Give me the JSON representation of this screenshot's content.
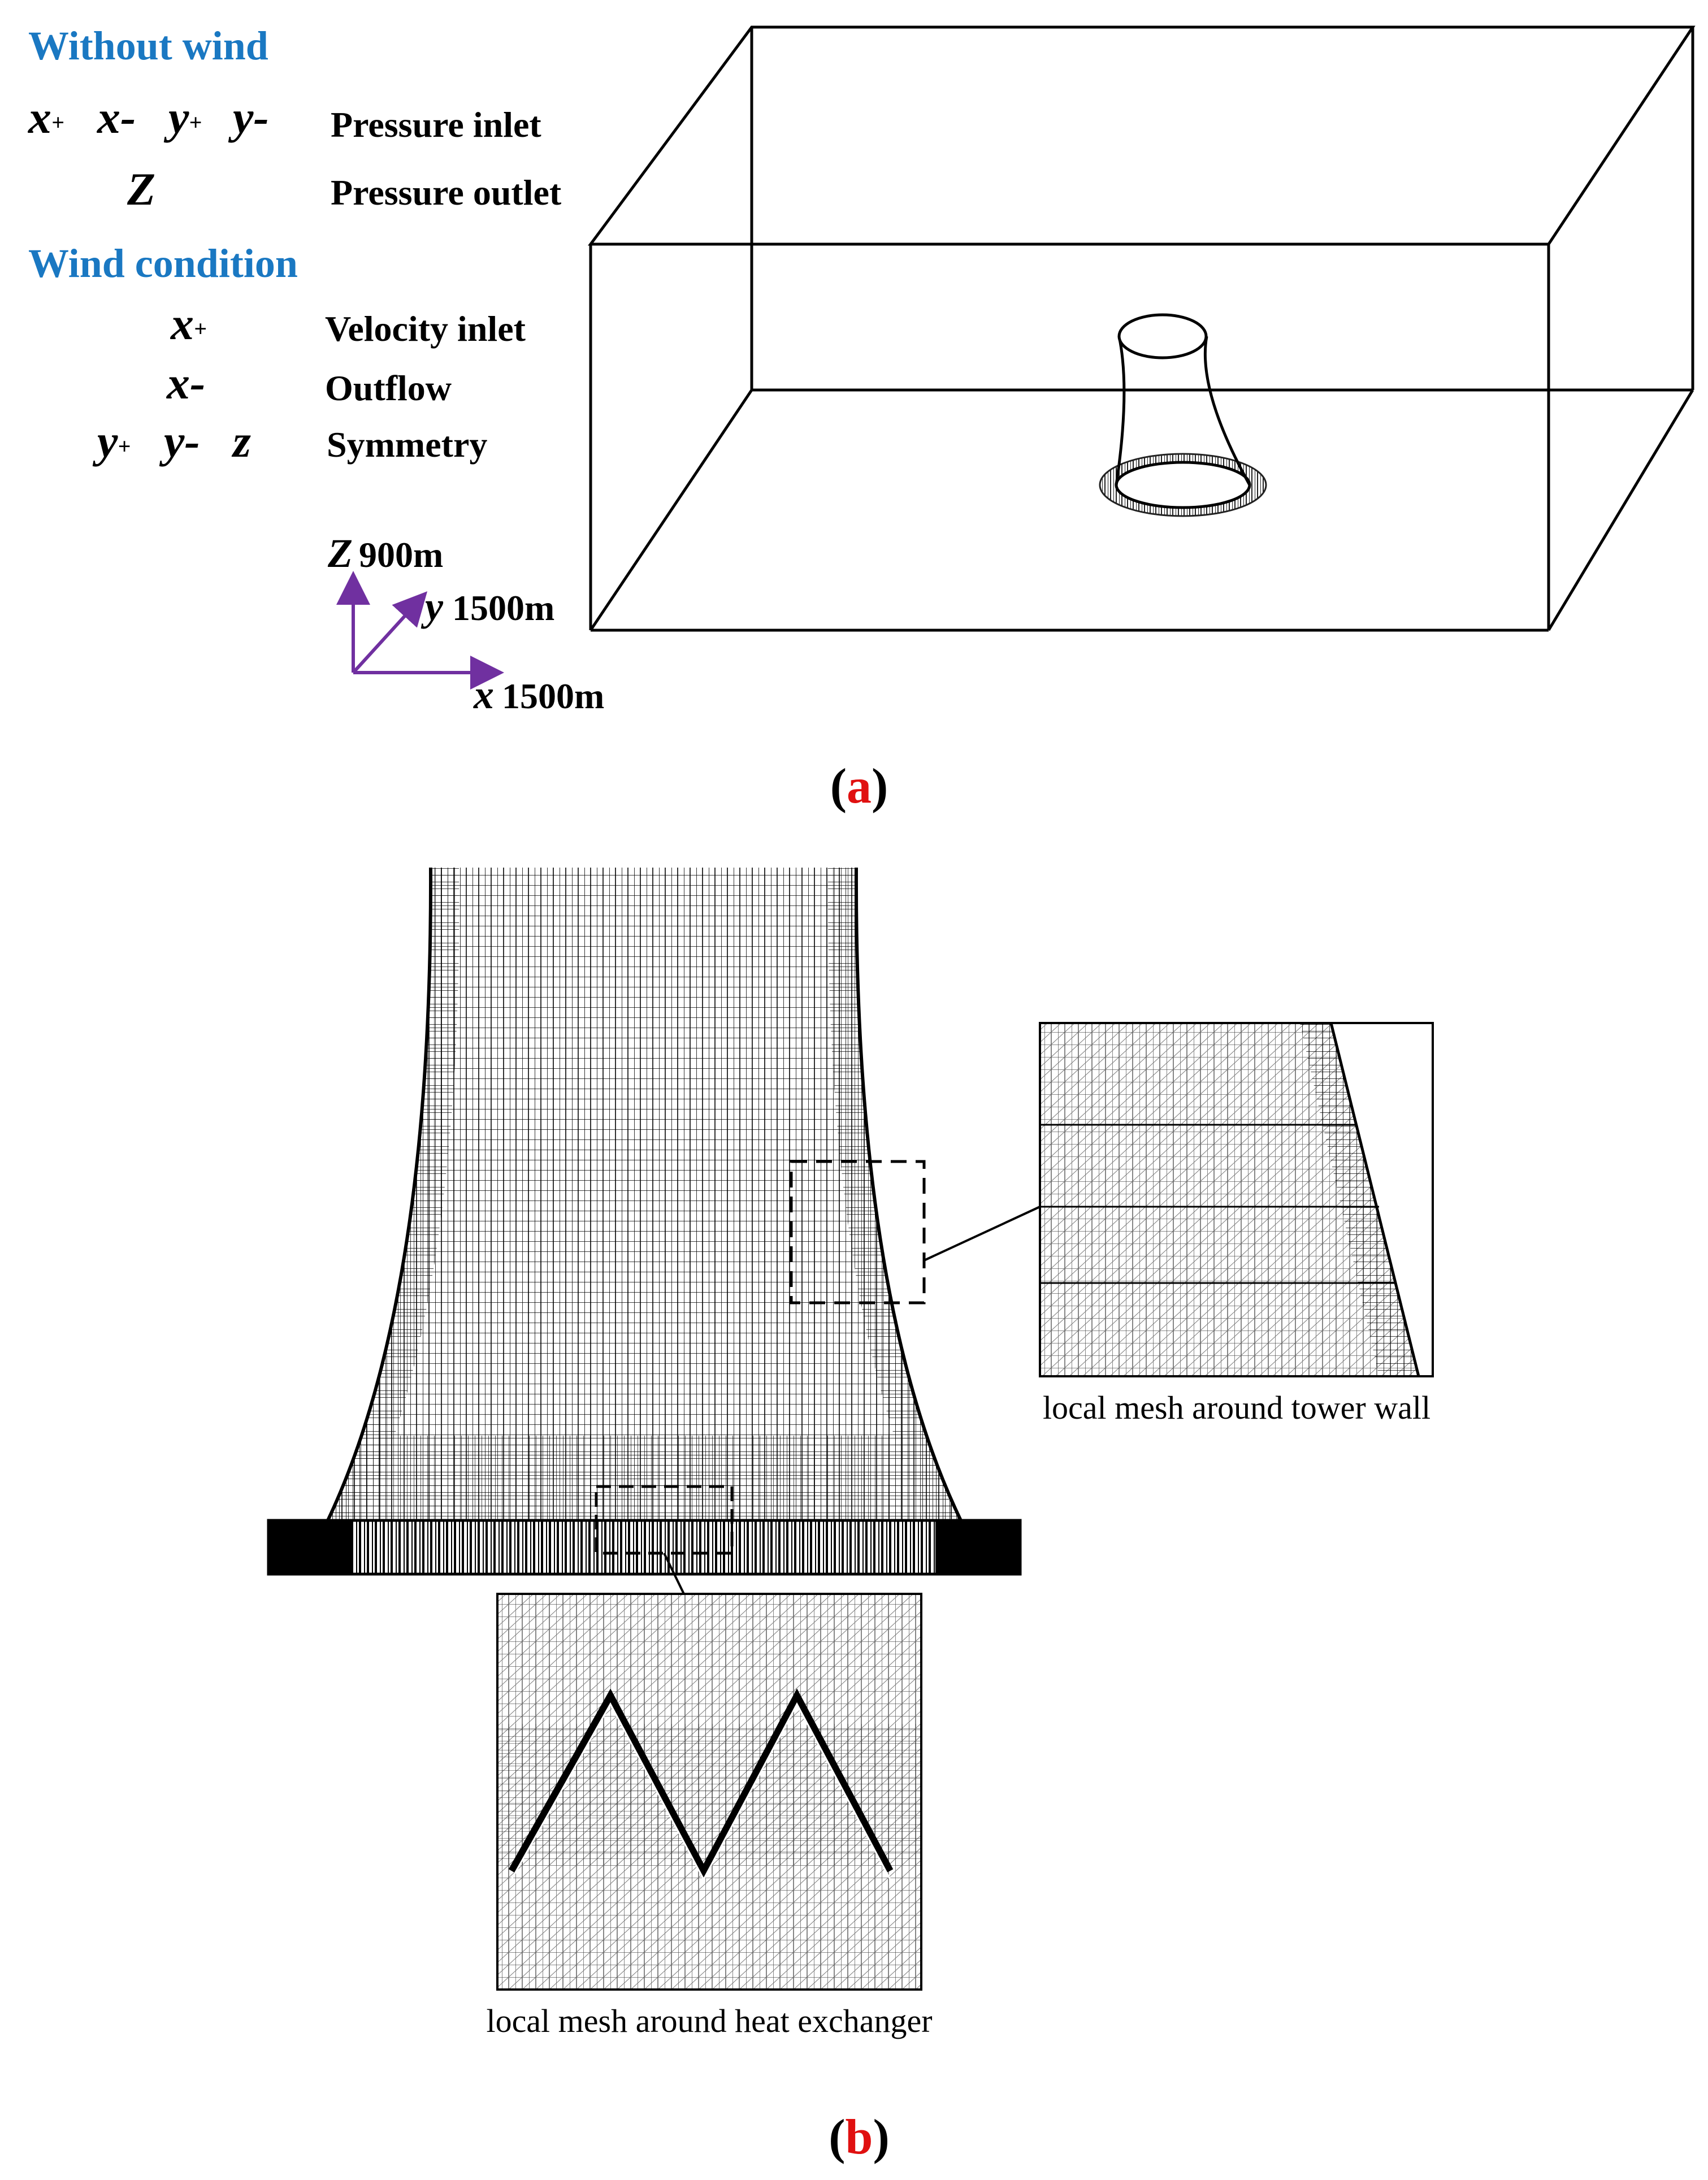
{
  "colors": {
    "heading": "#1a78c2",
    "axis_arrow": "#7030a0",
    "panel_label": "#e01010",
    "ink": "#000000"
  },
  "legend": {
    "without_wind": {
      "title": "Without wind",
      "rows": [
        {
          "symbols": [
            "x+",
            "x-",
            "y+",
            "y-"
          ],
          "label": "Pressure inlet"
        },
        {
          "symbols": [
            "Z"
          ],
          "label": "Pressure outlet"
        }
      ]
    },
    "wind_condition": {
      "title": "Wind condition",
      "rows": [
        {
          "symbols": [
            "x+"
          ],
          "label": "Velocity inlet"
        },
        {
          "symbols": [
            "x-"
          ],
          "label": "Outflow"
        },
        {
          "symbols": [
            "y+",
            "y-",
            "z"
          ],
          "label": "Symmetry"
        }
      ]
    }
  },
  "axes": {
    "z": {
      "symbol": "Z",
      "size": "900m"
    },
    "y": {
      "symbol": "y",
      "size": "1500m"
    },
    "x": {
      "symbol": "x",
      "size": "1500m"
    }
  },
  "insets": {
    "tower_wall": "local mesh around tower wall",
    "heat_exchanger": "local mesh around heat exchanger"
  },
  "panels": {
    "a": {
      "open": "(",
      "letter": "a",
      "close": ")"
    },
    "b": {
      "open": "(",
      "letter": "b",
      "close": ")"
    }
  }
}
